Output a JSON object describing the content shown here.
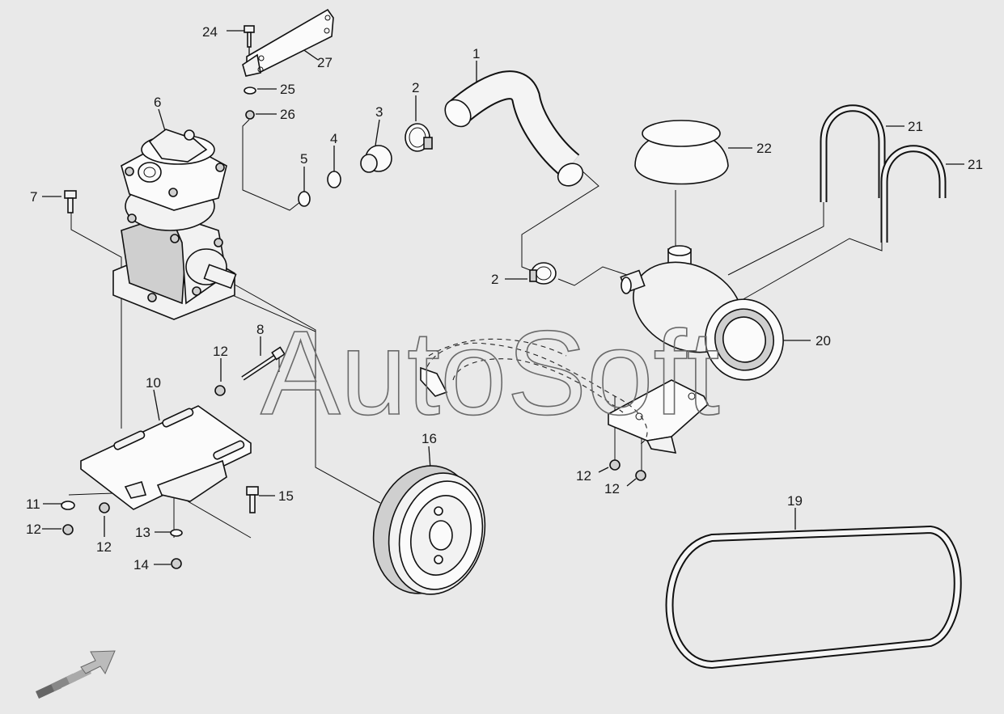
{
  "watermark": "AutoSoft",
  "callouts": [
    {
      "id": "c24",
      "text": "24"
    },
    {
      "id": "c27",
      "text": "27"
    },
    {
      "id": "c25",
      "text": "25"
    },
    {
      "id": "c26",
      "text": "26"
    },
    {
      "id": "c6",
      "text": "6"
    },
    {
      "id": "c1",
      "text": "1"
    },
    {
      "id": "c2a",
      "text": "2"
    },
    {
      "id": "c3",
      "text": "3"
    },
    {
      "id": "c4",
      "text": "4"
    },
    {
      "id": "c5",
      "text": "5"
    },
    {
      "id": "c7",
      "text": "7"
    },
    {
      "id": "c21a",
      "text": "21"
    },
    {
      "id": "c21b",
      "text": "21"
    },
    {
      "id": "c22",
      "text": "22"
    },
    {
      "id": "c2b",
      "text": "2"
    },
    {
      "id": "c20",
      "text": "20"
    },
    {
      "id": "c8",
      "text": "8"
    },
    {
      "id": "c12a",
      "text": "12"
    },
    {
      "id": "c10",
      "text": "10"
    },
    {
      "id": "c16",
      "text": "16"
    },
    {
      "id": "c12b",
      "text": "12"
    },
    {
      "id": "c12c",
      "text": "12"
    },
    {
      "id": "c11",
      "text": "11"
    },
    {
      "id": "c12d",
      "text": "12"
    },
    {
      "id": "c12e",
      "text": "12"
    },
    {
      "id": "c15",
      "text": "15"
    },
    {
      "id": "c13",
      "text": "13"
    },
    {
      "id": "c14",
      "text": "14"
    },
    {
      "id": "c19",
      "text": "19"
    }
  ]
}
